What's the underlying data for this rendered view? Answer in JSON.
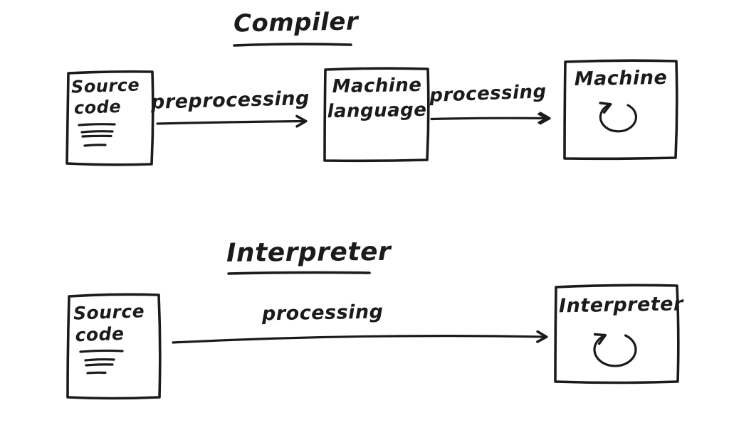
{
  "colors": {
    "ink": "#1b1b1b",
    "paper": "#ffffff"
  },
  "icons": {
    "source_box_icon": "document-text-lines",
    "machine_box_icon": "loop-arrow",
    "interpreter_box_icon": "loop-arrow"
  },
  "compiler": {
    "title": "Compiler",
    "source_box": {
      "line1": "Source",
      "line2": "code"
    },
    "preprocessing_label": "preprocessing",
    "machine_language_box": {
      "line1": "Machine",
      "line2": "language"
    },
    "processing_label": "processing",
    "machine_box_label": "Machine"
  },
  "interpreter": {
    "title": "Interpreter",
    "source_box": {
      "line1": "Source",
      "line2": "code"
    },
    "processing_label": "processing",
    "box_label": "Interpreter"
  }
}
